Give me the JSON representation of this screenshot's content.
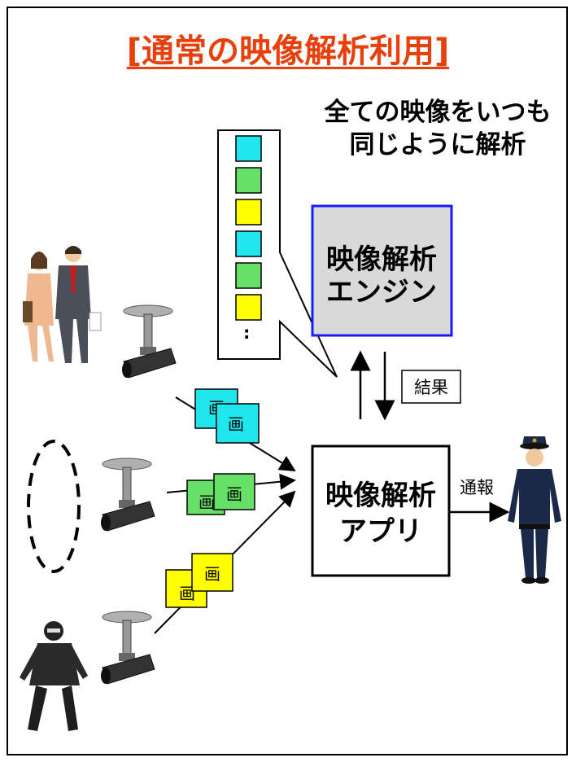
{
  "title": "[通常の映像解析利用]",
  "headline": [
    "全ての映像をいつも",
    "同じように解析"
  ],
  "engine_label": [
    "映像解析",
    "エンジン"
  ],
  "app_label": [
    "映像解析",
    "アプリ"
  ],
  "result_label": "結果",
  "report_label": "通報",
  "frame_char": "画",
  "queue_ellipsis": ":",
  "colors": {
    "title": "#e8400c",
    "cyan": "#22e6ee",
    "green": "#66e066",
    "yellow": "#ffff00",
    "engine_fill": "#d9d9d9",
    "engine_border": "#1a1aff"
  },
  "queue_colors": [
    "cyan",
    "green",
    "yellow",
    "cyan",
    "green",
    "yellow"
  ],
  "icons": [
    "business-couple-icon",
    "security-camera-icon",
    "unknown-person-oval-icon",
    "masked-suspect-icon",
    "police-officer-icon"
  ]
}
